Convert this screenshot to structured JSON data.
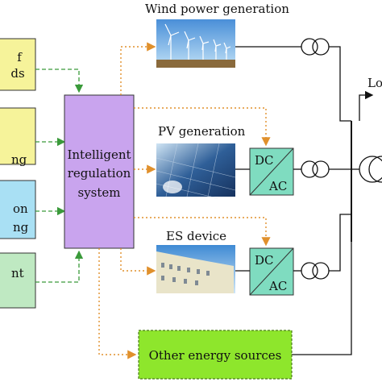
{
  "labels": {
    "wind_title": "Wind power generation",
    "pv_title": "PV generation",
    "es_title": "ES device",
    "load_partial": "Lo",
    "central_line1": "Intelligent",
    "central_line2": "regulation",
    "central_line3": "system",
    "other_sources": "Other energy sources",
    "converter_dc": "DC",
    "converter_ac": "AC",
    "left_box1_line1": "f",
    "left_box1_line2": "ds",
    "left_box2": "ng",
    "left_box3_line1": "on",
    "left_box3_line2": "ng",
    "left_box4": "nt"
  },
  "colors": {
    "left_box1": "#f6f39a",
    "left_box2": "#f6f39a",
    "left_box3": "#a9e0f4",
    "left_box4": "#bfe9c2",
    "central": "#c9a4ee",
    "converter": "#7fdcc0",
    "other": "#8ee62c",
    "arrow_green": "#3a9a3a",
    "arrow_orange": "#e0902c"
  }
}
